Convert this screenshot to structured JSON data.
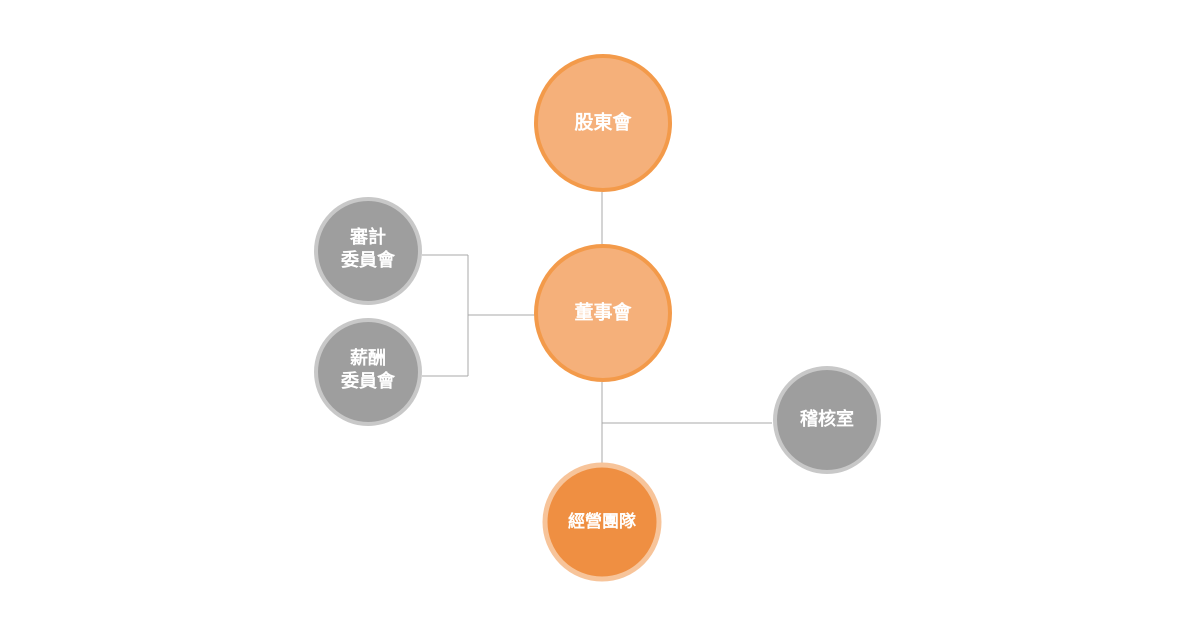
{
  "org_chart": {
    "colors": {
      "orange_fill": "#F5B07A",
      "orange_ring": "#F39A4A",
      "dark_orange_fill": "#EF8F42",
      "dark_orange_ring": "#F7C49A",
      "gray_fill": "#9E9E9E",
      "gray_ring": "#C8C8C8",
      "connector": "#A8A8A8"
    },
    "nodes": {
      "shareholders": "股東會",
      "board": "董事會",
      "audit_committee": [
        "審計",
        "委員會"
      ],
      "compensation_committee": [
        "薪酬",
        "委員會"
      ],
      "internal_audit": "稽核室",
      "management_team": "經營團隊"
    }
  }
}
